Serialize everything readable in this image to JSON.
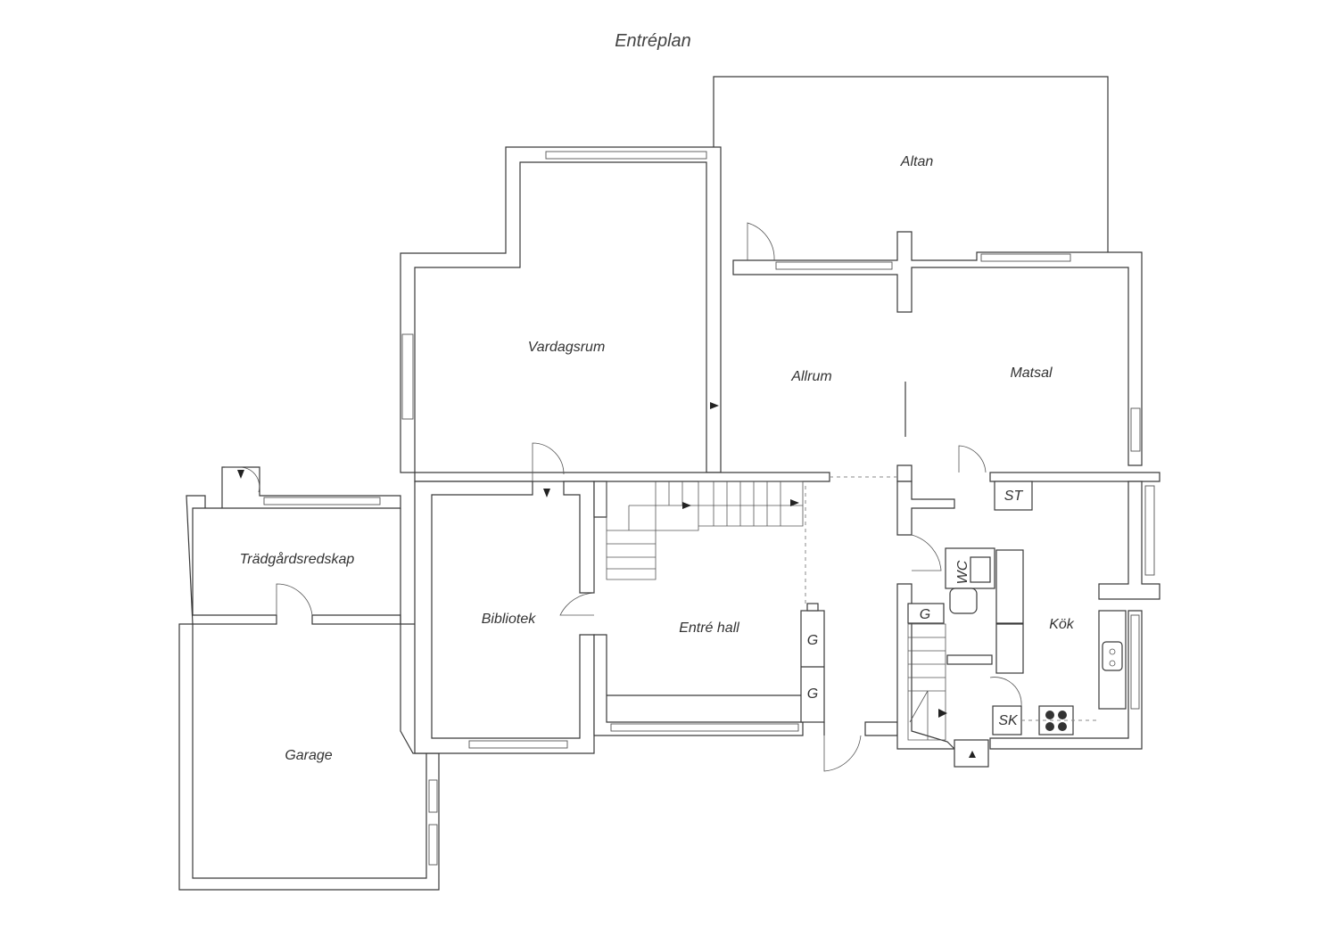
{
  "plan": {
    "title": "Entréplan",
    "rooms": {
      "altan": "Altan",
      "vardagsrum": "Vardagsrum",
      "allrum": "Allrum",
      "matsal": "Matsal",
      "tradgardsredskap": "Trädgårdsredskap",
      "bibliotek": "Bibliotek",
      "entre_hall": "Entré hall",
      "kok": "Kök",
      "garage": "Garage"
    },
    "fixtures": {
      "st": "ST",
      "wc": "WC",
      "g1": "G",
      "g2": "G",
      "g3": "G",
      "sk": "SK"
    }
  }
}
